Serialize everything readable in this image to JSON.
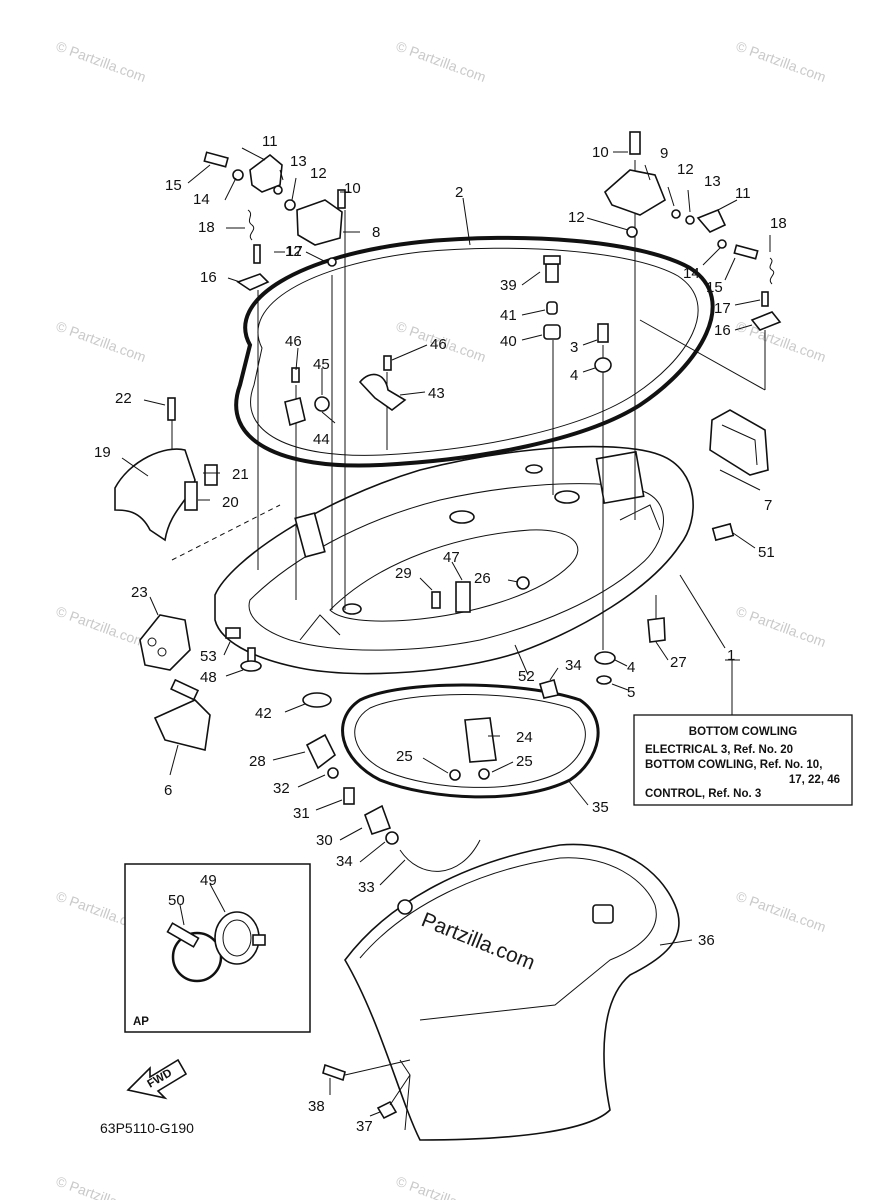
{
  "diagram": {
    "drawing_code": "63P5110-G190",
    "inset_label": "AP",
    "fwd_label": "FWD",
    "watermark_text": "© Partzilla.com",
    "center_watermark": "Partzilla.com",
    "note_box": {
      "lines": [
        "BOTTOM COWLING",
        "ELECTRICAL 3,  Ref. No. 20",
        "BOTTOM COWLING,  Ref. No. 10,",
        "17, 22, 46",
        "CONTROL,  Ref. No. 3"
      ],
      "ref_number": "1"
    },
    "callouts": {
      "c2": "2",
      "c3": "3",
      "c4a": "4",
      "c4b": "4",
      "c5": "5",
      "c6": "6",
      "c7": "7",
      "c8": "8",
      "c9": "9",
      "c10a": "10",
      "c10b": "10",
      "c11a": "11",
      "c11b": "11",
      "c12a": "12",
      "c12b": "12",
      "c12c": "12",
      "c12d": "12",
      "c13a": "13",
      "c13b": "13",
      "c14a": "14",
      "c14b": "14",
      "c15a": "15",
      "c15b": "15",
      "c16a": "16",
      "c16b": "16",
      "c17a": "17",
      "c17b": "17",
      "c18a": "18",
      "c18b": "18",
      "c19": "19",
      "c20": "20",
      "c21": "21",
      "c22": "22",
      "c23": "23",
      "c24": "24",
      "c25a": "25",
      "c25b": "25",
      "c26": "26",
      "c27": "27",
      "c28": "28",
      "c29": "29",
      "c30": "30",
      "c31": "31",
      "c32": "32",
      "c33": "33",
      "c34a": "34",
      "c34b": "34",
      "c35": "35",
      "c36": "36",
      "c37": "37",
      "c38": "38",
      "c39": "39",
      "c40": "40",
      "c41": "41",
      "c42": "42",
      "c43": "43",
      "c44": "44",
      "c45": "45",
      "c46a": "46",
      "c46b": "46",
      "c47": "47",
      "c48": "48",
      "c49": "49",
      "c50": "50",
      "c51": "51",
      "c52": "52",
      "c53": "53"
    }
  }
}
